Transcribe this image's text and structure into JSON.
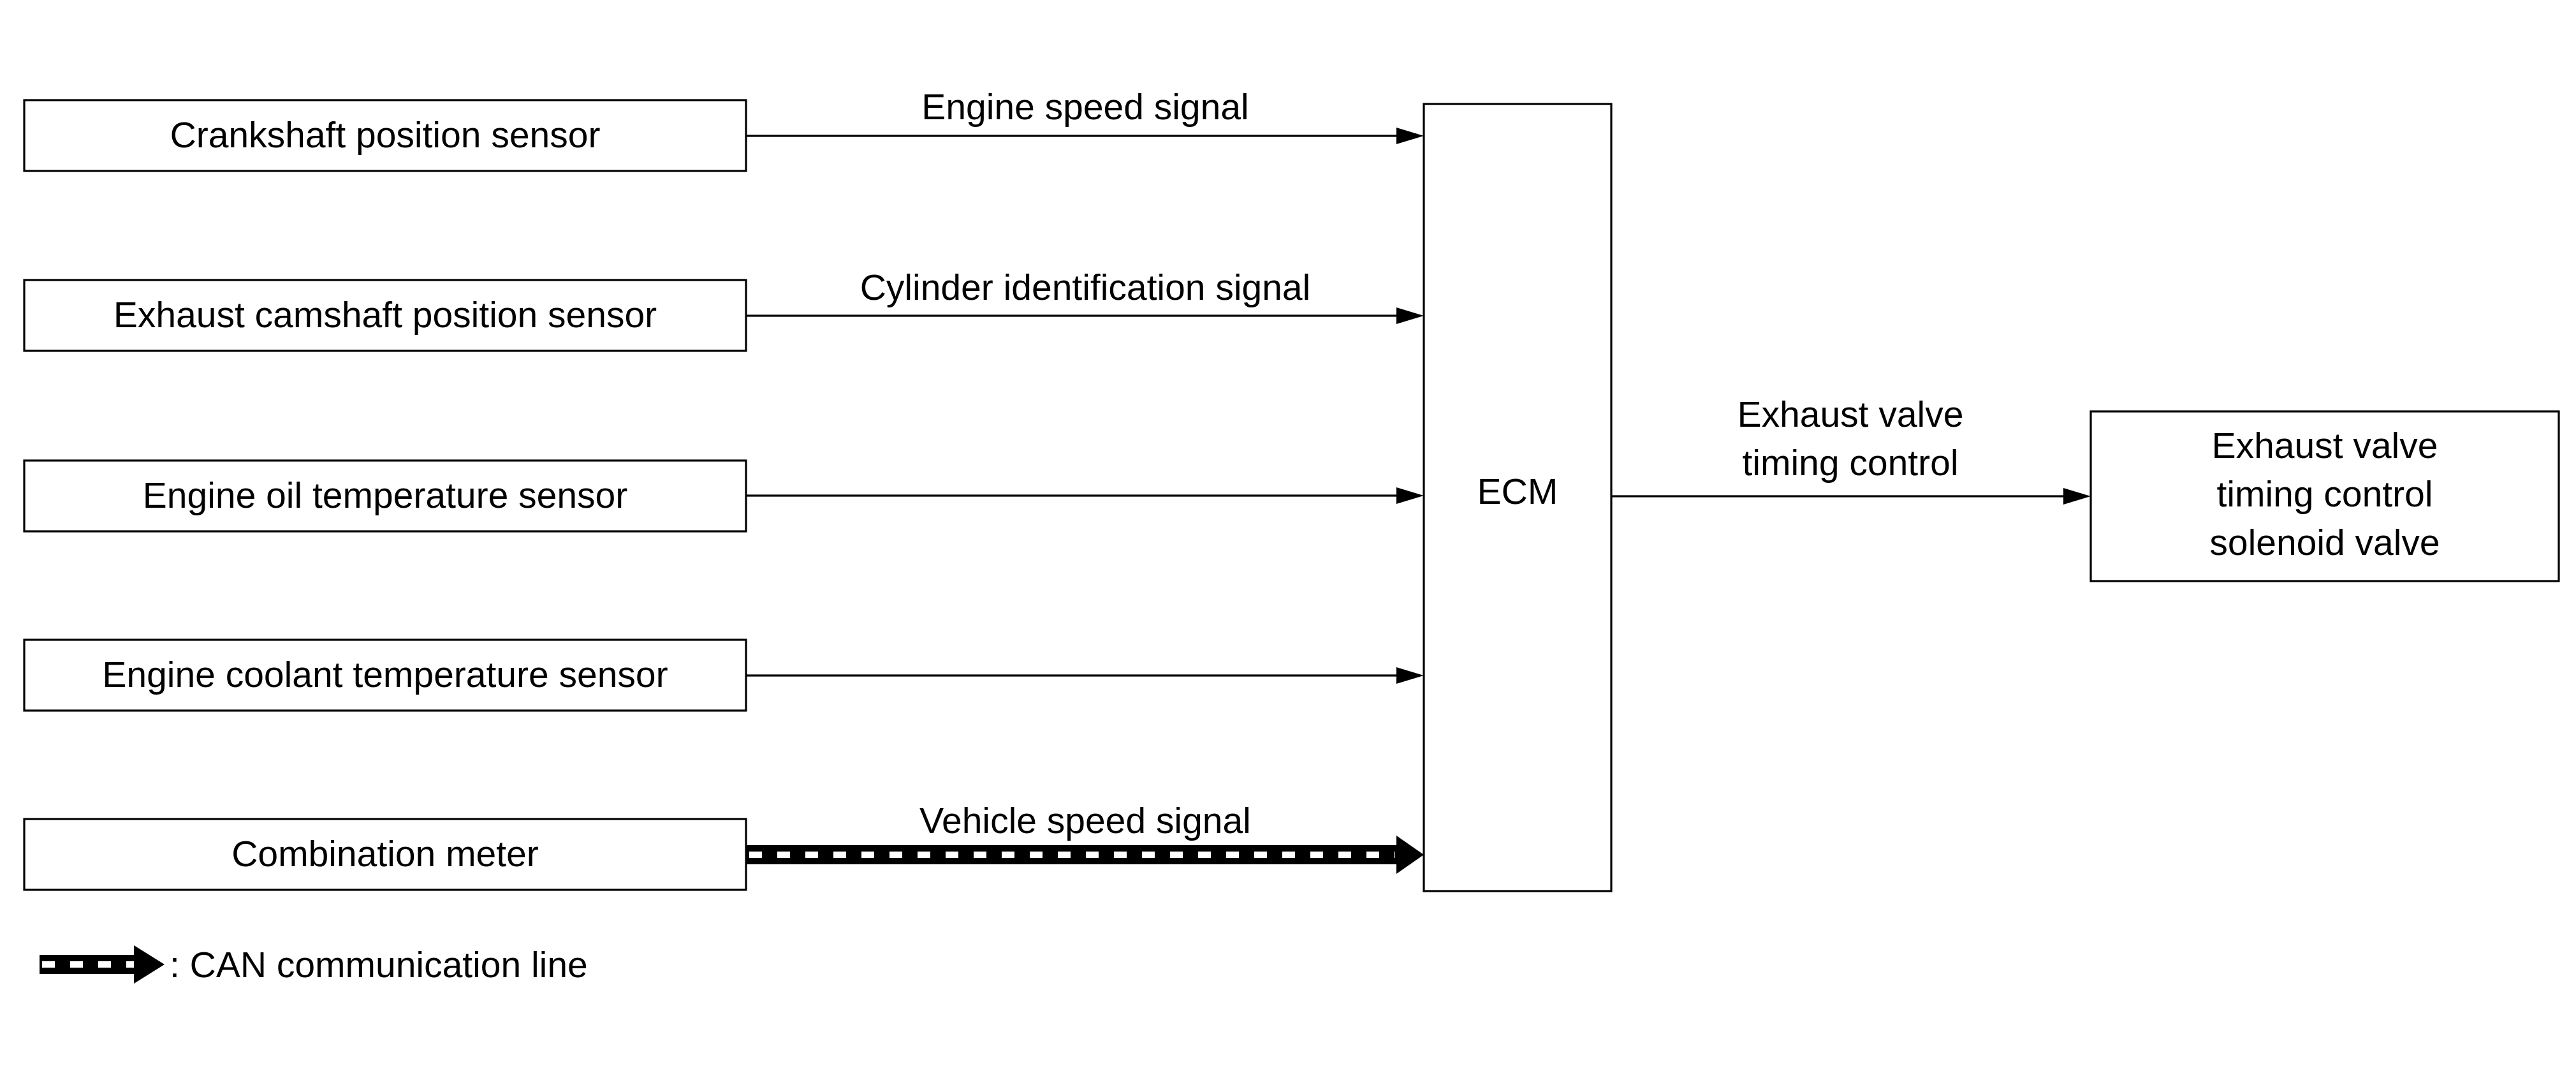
{
  "inputs": {
    "crankshaft": {
      "label": "Crankshaft position sensor",
      "signal": "Engine speed signal"
    },
    "exhaust_cam": {
      "label": "Exhaust camshaft position sensor",
      "signal": "Cylinder identification signal"
    },
    "oil_temp": {
      "label": "Engine oil temperature sensor"
    },
    "coolant_temp": {
      "label": "Engine coolant temperature sensor"
    },
    "combination_meter": {
      "label": "Combination meter",
      "signal": "Vehicle speed signal"
    }
  },
  "ecm": {
    "label": "ECM"
  },
  "output": {
    "signal_line1": "Exhaust valve",
    "signal_line2": "timing control",
    "box_line1": "Exhaust valve",
    "box_line2": "timing control",
    "box_line3": "solenoid valve"
  },
  "legend": {
    "text": ": CAN communication line"
  }
}
